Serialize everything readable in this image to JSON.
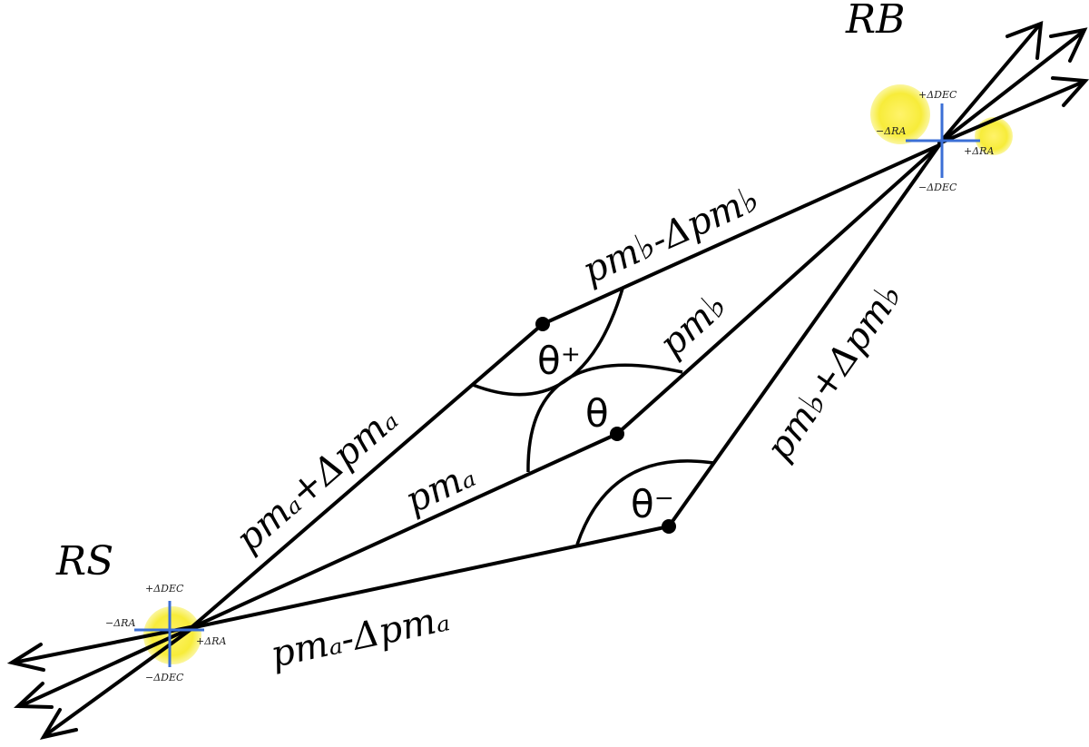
{
  "points": {
    "rs_label": "RS",
    "rb_label": "RB"
  },
  "segments": {
    "pma_plus": "pmₐ+Δpmₐ",
    "pma": "pmₐ",
    "pma_minus": "pmₐ-Δpmₐ",
    "pmb_minus": "pm♭-Δpm♭",
    "pmb": "pm♭",
    "pmb_plus": "pm♭+Δpm♭"
  },
  "angles": {
    "theta_plus": "θ⁺",
    "theta": "θ",
    "theta_minus": "θ⁻"
  },
  "axes": {
    "plus_dec": "+ΔDEC",
    "minus_dec": "−ΔDEC",
    "plus_ra": "+ΔRA",
    "minus_ra": "−ΔRA"
  },
  "colors": {
    "line": "#000000",
    "cross": "#3b6fd6",
    "star": "#f7ec3a"
  }
}
